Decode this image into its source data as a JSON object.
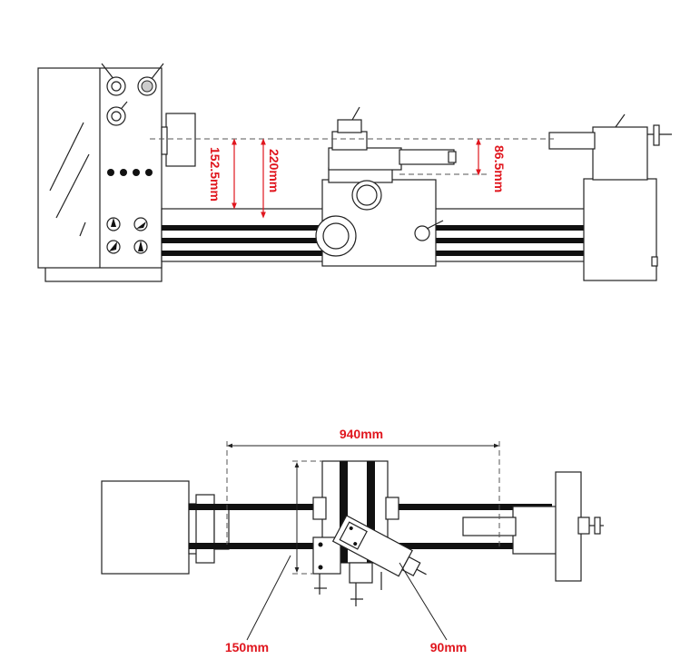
{
  "colors": {
    "dimension_red": "#e0161e",
    "outline": "#222222",
    "background": "#ffffff"
  },
  "side_view": {
    "dimensions": {
      "swing_over_carriage": "152.5mm",
      "swing_over_bed": "220mm",
      "tailstock_height": "86.5mm"
    }
  },
  "top_view": {
    "dimensions": {
      "distance_between_centers": "940mm",
      "cross_slide_travel": "150mm",
      "compound_slide_travel": "90mm"
    }
  }
}
